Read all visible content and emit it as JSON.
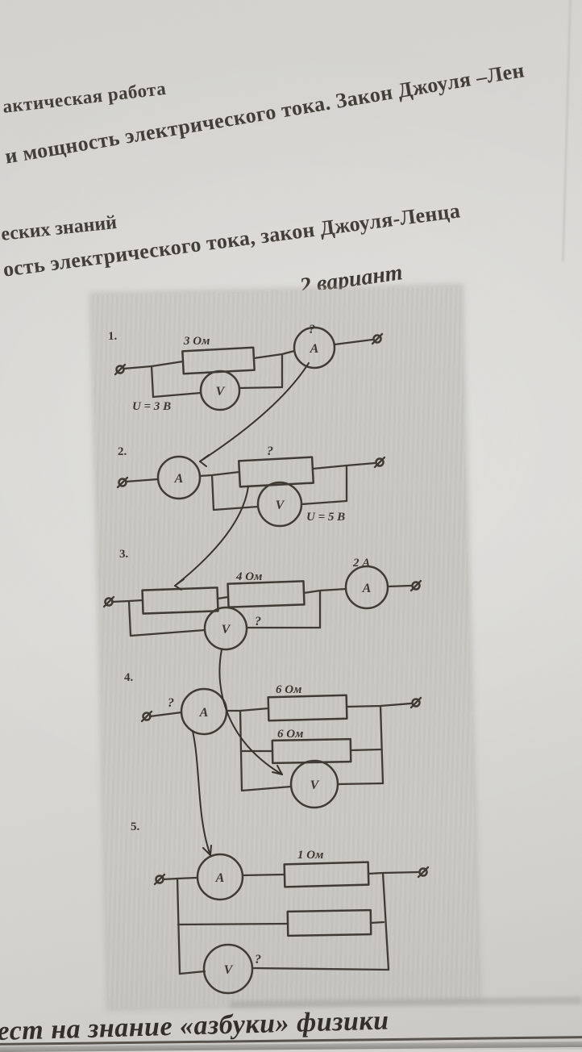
{
  "page": {
    "header_lines": [
      "актическая работа",
      "и мощность электрического тока. Закон Джоуля –Лен",
      "еских знаний",
      "ость электрического тока, закон Джоуля-Ленца"
    ],
    "variant_title": "2 вариант",
    "footer_text": "ест на знание «азбуки» физики"
  },
  "figure": {
    "meter_letters": {
      "ammeter": "A",
      "voltmeter": "V"
    },
    "circuits": [
      {
        "number": "1.",
        "resistor_label": "3 Ом",
        "voltmeter_label": "U = 3 В",
        "ammeter_label": "?"
      },
      {
        "number": "2.",
        "resistor_label": "?",
        "voltmeter_label": "U = 5 В"
      },
      {
        "number": "3.",
        "resistor2_label": "4 Ом",
        "ammeter_label": "2 А",
        "voltmeter_label": "?"
      },
      {
        "number": "4.",
        "resistor1_label": "6 Ом",
        "resistor2_label": "6 Ом",
        "ammeter_label": "?"
      },
      {
        "number": "5.",
        "resistor1_label": "1 Ом",
        "voltmeter_label": "?"
      }
    ],
    "colors": {
      "ink": "#3c3831",
      "paper": "#d9d8d4",
      "panel": "#c9c7c1"
    }
  }
}
